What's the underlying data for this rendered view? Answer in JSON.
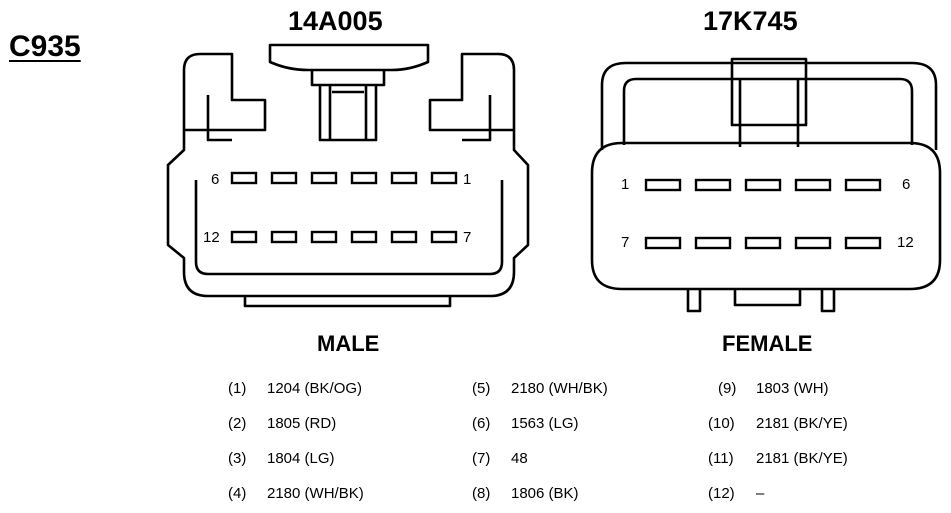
{
  "connector_id": "C935",
  "connectors": {
    "male": {
      "part_number": "14A005",
      "gender": "MALE",
      "row1_left": "6",
      "row1_right": "1",
      "row2_left": "12",
      "row2_right": "7"
    },
    "female": {
      "part_number": "17K745",
      "gender": "FEMALE",
      "row1_left": "1",
      "row1_right": "6",
      "row2_left": "7",
      "row2_right": "12"
    }
  },
  "pinout": [
    {
      "pin": "(1)",
      "circuit": "1204 (BK/OG)"
    },
    {
      "pin": "(2)",
      "circuit": "1805 (RD)"
    },
    {
      "pin": "(3)",
      "circuit": "1804 (LG)"
    },
    {
      "pin": "(4)",
      "circuit": "2180 (WH/BK)"
    },
    {
      "pin": "(5)",
      "circuit": "2180 (WH/BK)"
    },
    {
      "pin": "(6)",
      "circuit": "1563 (LG)"
    },
    {
      "pin": "(7)",
      "circuit": "48"
    },
    {
      "pin": "(8)",
      "circuit": "1806 (BK)"
    },
    {
      "pin": "(9)",
      "circuit": "1803 (WH)"
    },
    {
      "pin": "(10)",
      "circuit": "2181 (BK/YE)"
    },
    {
      "pin": "(11)",
      "circuit": "2181 (BK/YE)"
    },
    {
      "pin": "(12)",
      "circuit": "–"
    }
  ]
}
